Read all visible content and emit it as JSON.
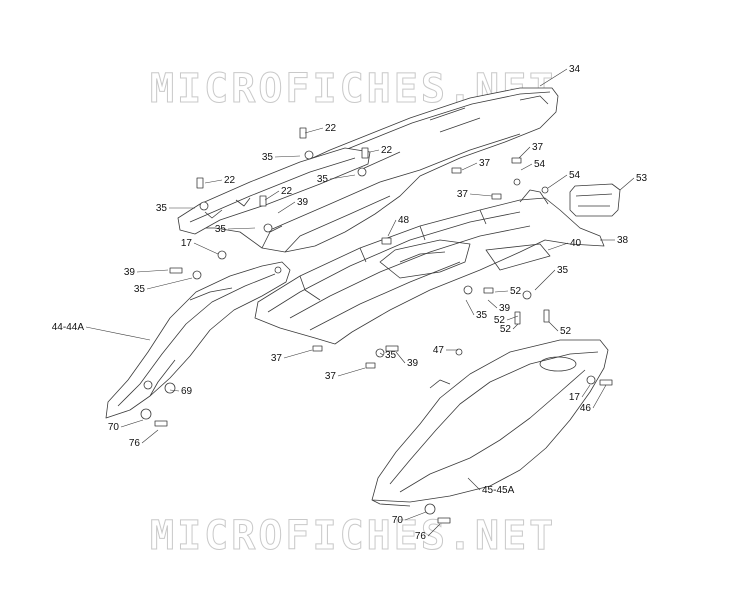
{
  "watermark": {
    "top": "MICROFICHES.NET",
    "bottom": "MICROFICHES.NET"
  },
  "colors": {
    "line": "#3a3a3a",
    "fill": "#ffffff",
    "shade": "#d9d9d9",
    "watermark": "#c9c9c9"
  },
  "parts": [
    {
      "id": "p34",
      "label": "34"
    },
    {
      "id": "p22a",
      "label": "22"
    },
    {
      "id": "p35a",
      "label": "35"
    },
    {
      "id": "p22b",
      "label": "22"
    },
    {
      "id": "p35b",
      "label": "35"
    },
    {
      "id": "p22c",
      "label": "22"
    },
    {
      "id": "p35c",
      "label": "35"
    },
    {
      "id": "p22d",
      "label": "22"
    },
    {
      "id": "p39a",
      "label": "39"
    },
    {
      "id": "p35d",
      "label": "35"
    },
    {
      "id": "p37a",
      "label": "37"
    },
    {
      "id": "p37b",
      "label": "37"
    },
    {
      "id": "p54a",
      "label": "54"
    },
    {
      "id": "p37c",
      "label": "37"
    },
    {
      "id": "p54b",
      "label": "54"
    },
    {
      "id": "p53",
      "label": "53"
    },
    {
      "id": "p48",
      "label": "48"
    },
    {
      "id": "p17a",
      "label": "17"
    },
    {
      "id": "p38",
      "label": "38"
    },
    {
      "id": "p40",
      "label": "40"
    },
    {
      "id": "p39b",
      "label": "39"
    },
    {
      "id": "p35e",
      "label": "35"
    },
    {
      "id": "p35f",
      "label": "35"
    },
    {
      "id": "p52a",
      "label": "52"
    },
    {
      "id": "p52b",
      "label": "52"
    },
    {
      "id": "p39c",
      "label": "39"
    },
    {
      "id": "p35g",
      "label": "35"
    },
    {
      "id": "p52c",
      "label": "52"
    },
    {
      "id": "p52d",
      "label": "52"
    },
    {
      "id": "p44",
      "label": "44-44A"
    },
    {
      "id": "p37d",
      "label": "37"
    },
    {
      "id": "p35h",
      "label": "35"
    },
    {
      "id": "p39d",
      "label": "39"
    },
    {
      "id": "p47",
      "label": "47"
    },
    {
      "id": "p37e",
      "label": "37"
    },
    {
      "id": "p69",
      "label": "69"
    },
    {
      "id": "p70a",
      "label": "70"
    },
    {
      "id": "p76a",
      "label": "76"
    },
    {
      "id": "p17b",
      "label": "17"
    },
    {
      "id": "p46",
      "label": "46"
    },
    {
      "id": "p45",
      "label": "45-45A"
    },
    {
      "id": "p70b",
      "label": "70"
    },
    {
      "id": "p76b",
      "label": "76"
    }
  ]
}
